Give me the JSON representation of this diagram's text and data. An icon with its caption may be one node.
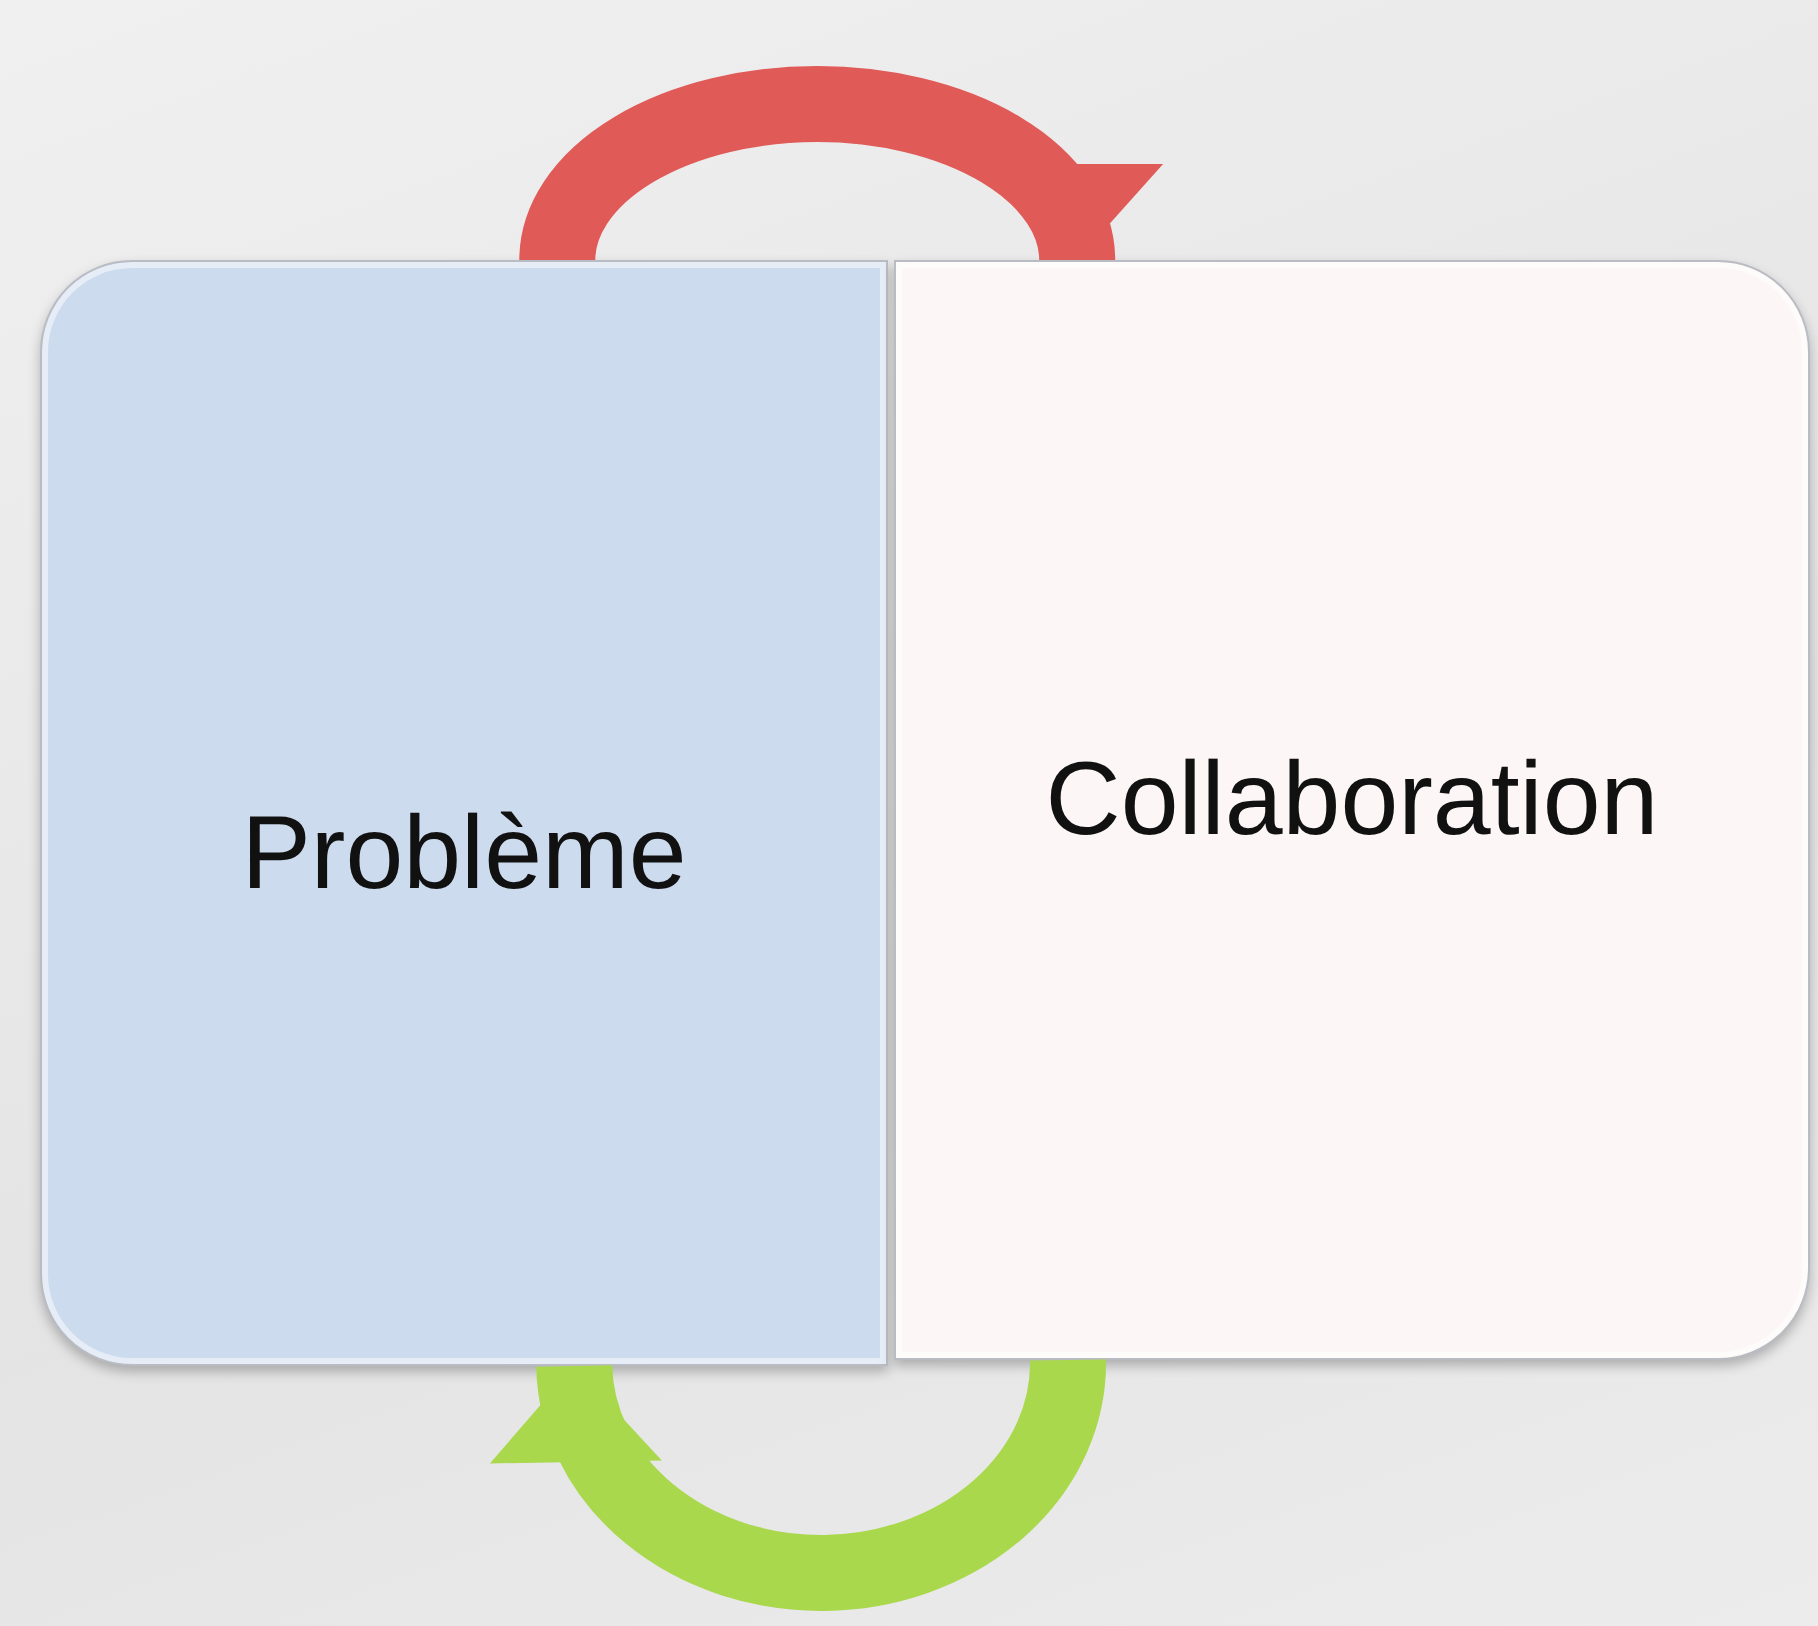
{
  "diagram": {
    "nodes": [
      {
        "text": [
          "Problème"
        ]
      },
      {
        "text": [
          "Collaboration"
        ]
      }
    ],
    "edges": [
      {
        "from": 0,
        "to": 1,
        "arrow": "to",
        "color": "#e05a57"
      },
      {
        "from": 1,
        "to": 0,
        "arrow": "to",
        "color": "#a9d84c"
      }
    ]
  }
}
